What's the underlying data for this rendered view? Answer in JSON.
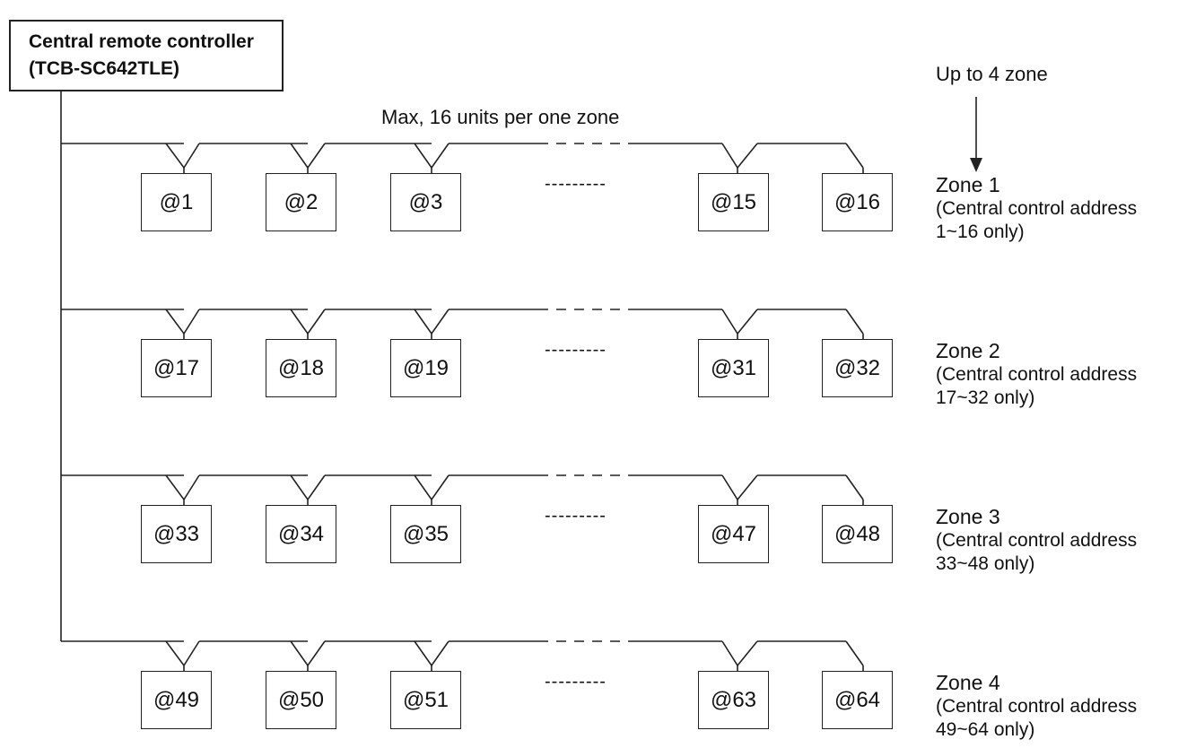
{
  "controller": {
    "line1": "Central remote controller",
    "line2": "(TCB-SC642TLE)"
  },
  "max_label": "Max, 16 units per one zone",
  "up_to_label": "Up to 4 zone",
  "ellipsis": "---------",
  "zones": [
    {
      "name": "Zone 1",
      "desc1": "(Central control address",
      "desc2": "1~16 only)",
      "units": [
        "@1",
        "@2",
        "@3",
        "@15",
        "@16"
      ]
    },
    {
      "name": "Zone 2",
      "desc1": "(Central control address",
      "desc2": "17~32 only)",
      "units": [
        "@17",
        "@18",
        "@19",
        "@31",
        "@32"
      ]
    },
    {
      "name": "Zone 3",
      "desc1": "(Central control address",
      "desc2": "33~48 only)",
      "units": [
        "@33",
        "@34",
        "@35",
        "@47",
        "@48"
      ]
    },
    {
      "name": "Zone 4",
      "desc1": "(Central control address",
      "desc2": "49~64 only)",
      "units": [
        "@49",
        "@50",
        "@51",
        "@63",
        "@64"
      ]
    }
  ]
}
